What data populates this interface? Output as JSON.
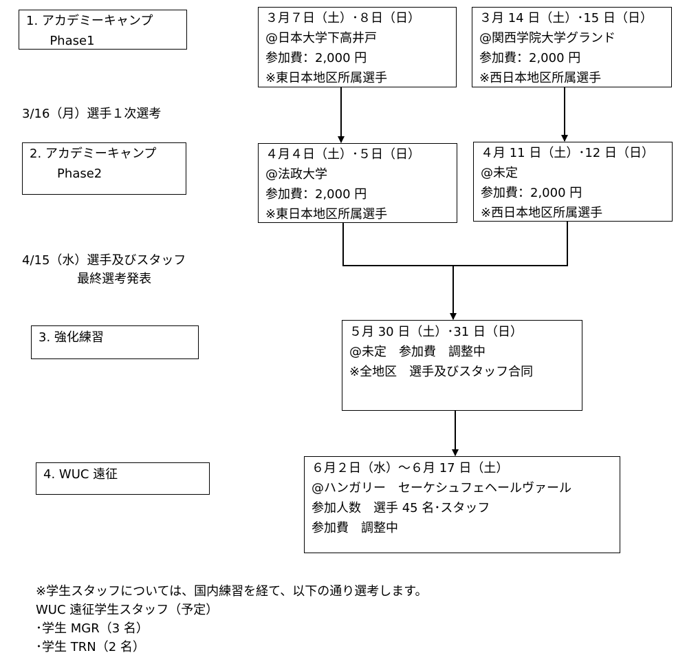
{
  "stages": {
    "s1": [
      "1. アカデミーキャンプ",
      "      Phase1"
    ],
    "s2": [
      "2. アカデミーキャンプ",
      "       Phase2"
    ],
    "s3": [
      "3. 強化練習"
    ],
    "s4": [
      "4. WUC 遠征"
    ]
  },
  "events": {
    "p1_east": [
      "３月７日（土）･８日（日）",
      "@日本大学下高井戸",
      "参加費：2,000 円",
      "※東日本地区所属選手"
    ],
    "p1_west": [
      "３月 14 日（土）･15 日（日）",
      "@関西学院大学グランド",
      "参加費：2,000 円",
      "※西日本地区所属選手"
    ],
    "p2_east": [
      "４月４日（土）･５日（日）",
      "@法政大学",
      "参加費：2,000 円",
      "※東日本地区所属選手"
    ],
    "p2_west": [
      "４月 11 日（土）･12 日（日）",
      "@未定",
      "参加費：2,000 円",
      "※西日本地区所属選手"
    ],
    "training": [
      "５月 30 日（土）･31 日（日）",
      "@未定　参加費　調整中",
      "※全地区　選手及びスタッフ合同"
    ],
    "wuc": [
      "６月２日（水）～６月 17 日（土）",
      "@ハンガリー　セーケシュフェヘールヴァール",
      "参加人数　選手 45 名･スタッフ",
      "参加費　調整中"
    ]
  },
  "notes": {
    "selection1": "3/16（月）選手１次選考",
    "final": [
      "4/15（水）選手及びスタッフ",
      "              最終選考発表"
    ],
    "footer": [
      "※学生スタッフについては、国内練習を経て、以下の通り選考します。",
      "WUC 遠征学生スタッフ（予定）",
      "･学生 MGR（3 名）",
      "･学生 TRN（2 名）"
    ]
  }
}
